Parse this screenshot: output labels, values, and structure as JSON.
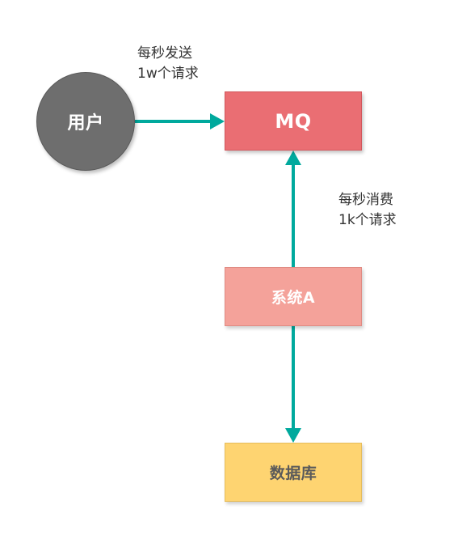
{
  "nodes": {
    "user": "用户",
    "mq": "MQ",
    "system": "系统A",
    "database": "数据库"
  },
  "labels": {
    "send_line1": "每秒发送",
    "send_line2": "1w个请求",
    "consume_line1": "每秒消费",
    "consume_line2": "1k个请求"
  },
  "colors": {
    "arrow": "#00a99d",
    "user": "#6e6e6e",
    "mq": "#ea6e73",
    "system": "#f4a29a",
    "database": "#fed471"
  }
}
